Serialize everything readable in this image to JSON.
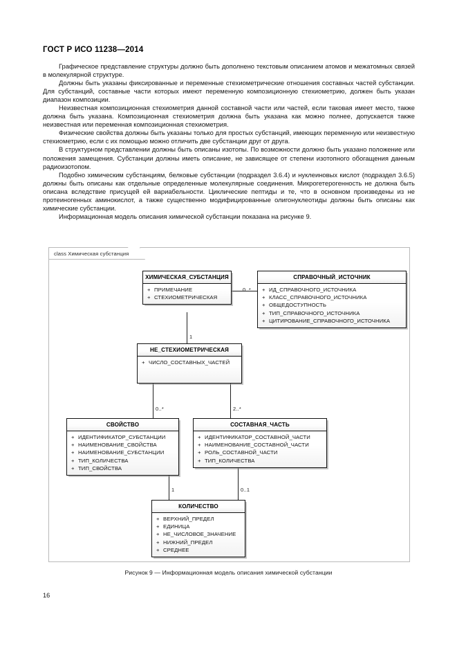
{
  "header": {
    "standard_title": "ГОСТ Р ИСО 11238—2014"
  },
  "body": {
    "paragraphs": [
      "Графическое представление структуры должно быть дополнено текстовым описанием атомов и межатомных связей в молекулярной структуре.",
      "Должны быть указаны фиксированные и переменные стехиометрические отношения составных частей субстанции. Для субстанций, составные части которых имеют переменную композиционную стехиометрию, должен быть указан диапазон композиции.",
      "Неизвестная композиционная стехиометрия данной составной части или частей, если таковая имеет место, также должна быть указана. Композиционная стехиометрия должна быть указана как можно полнее, допускается также неизвестная или переменная композиционная стехиометрия.",
      "Физические свойства должны быть указаны только для простых субстанций, имеющих переменную или неизвестную стехиометрию, если с их помощью можно отличить две субстанции друг от друга.",
      "В структурном представлении должны быть описаны изотопы. По возможности должно быть указано положение или положения замещения. Субстанции должны иметь описание, не зависящее от степени изотопного обогащения данным радиоизотопом.",
      "Подобно химическим субстанциям, белковые субстанции (подраздел 3.6.4) и нуклеиновых кислот (подраздел 3.6.5) должны быть описаны как отдельные определенные молекулярные соединения. Микрогетерогенность не должна быть описана вследствие присущей ей вариабельности. Циклические пептиды и те, что в основном произведены из не протеиногенных аминокислот, а также существенно модифицированные олигонуклеотиды должны быть описаны как химические субстанции.",
      "Информационная модель описания химической субстанции показана на рисунке 9."
    ]
  },
  "diagram": {
    "frame_label": "class Химическая субстанция",
    "classes": {
      "chemical_substance": {
        "name": "ХИМИЧЕСКАЯ_СУБСТАНЦИЯ",
        "attributes": [
          {
            "visibility": "+",
            "name": "ПРИМЕЧАНИЕ"
          },
          {
            "visibility": "+",
            "name": "СТЕХИОМЕТРИЧЕСКАЯ"
          }
        ]
      },
      "reference_source": {
        "name": "СПРАВОЧНЫЙ_ИСТОЧНИК",
        "attributes": [
          {
            "visibility": "+",
            "name": "ИД_СПРАВОЧНОГО_ИСТОЧНИКА"
          },
          {
            "visibility": "+",
            "name": "КЛАСС_СПРАВОЧНОГО_ИСТОЧНИКА"
          },
          {
            "visibility": "+",
            "name": "ОБЩЕДОСТУПНОСТЬ"
          },
          {
            "visibility": "+",
            "name": "ТИП_СПРАВОЧНОГО_ИСТОЧНИКА"
          },
          {
            "visibility": "+",
            "name": "ЦИТИРОВАНИЕ_СПРАВОЧНОГО_ИСТОЧНИКА"
          }
        ]
      },
      "non_stoichiometric": {
        "name": "НЕ_СТЕХИОМЕТРИЧЕСКАЯ",
        "attributes": [
          {
            "visibility": "+",
            "name": "ЧИСЛО_СОСТАВНЫХ_ЧАСТЕЙ"
          }
        ]
      },
      "property": {
        "name": "СВОЙСТВО",
        "attributes": [
          {
            "visibility": "+",
            "name": "ИДЕНТИФИКАТОР_СУБСТАНЦИИ"
          },
          {
            "visibility": "+",
            "name": "НАИМЕНОВАНИЕ_СВОЙСТВА"
          },
          {
            "visibility": "+",
            "name": "НАИМЕНОВАНИЕ_СУБСТАНЦИИ"
          },
          {
            "visibility": "+",
            "name": "ТИП_КОЛИЧЕСТВА"
          },
          {
            "visibility": "+",
            "name": "ТИП_СВОЙСТВА"
          }
        ]
      },
      "component": {
        "name": "СОСТАВНАЯ_ЧАСТЬ",
        "attributes": [
          {
            "visibility": "+",
            "name": "ИДЕНТИФИКАТОР_СОСТАВНОЙ_ЧАСТИ"
          },
          {
            "visibility": "+",
            "name": "НАИМЕНОВАНИЕ_СОСТАВНОЙ_ЧАСТИ"
          },
          {
            "visibility": "+",
            "name": "РОЛЬ_СОСТАВНОЙ_ЧАСТИ"
          },
          {
            "visibility": "+",
            "name": "ТИП_КОЛИЧЕСТВА"
          }
        ]
      },
      "quantity": {
        "name": "КОЛИЧЕСТВО",
        "attributes": [
          {
            "visibility": "+",
            "name": "ВЕРХНИЙ_ПРЕДЕЛ"
          },
          {
            "visibility": "+",
            "name": "ЕДИНИЦА"
          },
          {
            "visibility": "+",
            "name": "НЕ_ЧИСЛОВОЕ_ЗНАЧЕНИЕ"
          },
          {
            "visibility": "+",
            "name": "НИЖНИЙ_ПРЕДЕЛ"
          },
          {
            "visibility": "+",
            "name": "СРЕДНЕЕ"
          }
        ]
      }
    },
    "multiplicities": {
      "substance_to_source": "0..*",
      "substance_to_nonstoich": "1",
      "nonstoich_to_property": "0..*",
      "nonstoich_to_component": "2..*",
      "property_to_quantity": "1",
      "component_to_quantity": "0..1"
    }
  },
  "caption": {
    "text": "Рисунок 9 — Информационная модель описания химической субстанции"
  },
  "footer": {
    "page_number": "16"
  }
}
